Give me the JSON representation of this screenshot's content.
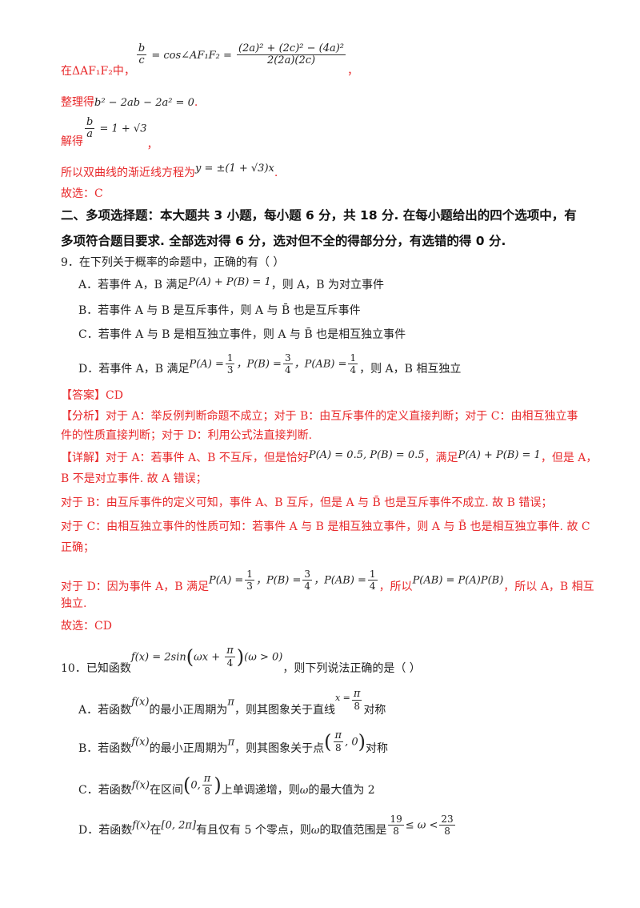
{
  "lines": {
    "l1_prefix": "在ΔAF₁F₂中，",
    "l1_frac_num": "b",
    "l1_frac_den": "c",
    "l1_mid": " = cos∠AF₁F₂ = ",
    "l1_frac2_num": "(2a)² + (2c)² − (4a)²",
    "l1_frac2_den": "2(2a)(2c)",
    "l1_suffix": "，",
    "l2_prefix": "整理得",
    "l2_math": "b² − 2ab − 2a² = 0",
    "l2_suffix": ".",
    "l3_prefix": "解得",
    "l3_frac_num": "b",
    "l3_frac_den": "a",
    "l3_math": " = 1 + √3",
    "l3_suffix": "，",
    "l4_prefix": "所以双曲线的渐近线方程为",
    "l4_math": "y = ±(1 + √3)x",
    "l4_suffix": ".",
    "l5": "故选：C"
  },
  "section": {
    "line1": "二、多项选择题：本大题共 3 小题，每小题 6 分，共 18 分. 在每小题给出的四个选项中，有",
    "line2": "多项符合题目要求. 全部选对得 6 分，选对但不全的得部分分，有选错的得 0 分."
  },
  "q9": {
    "stem": "9．在下列关于概率的命题中，正确的有（    ）",
    "A_pre": "A．若事件 A，B 满足",
    "A_math": "P(A) + P(B) = 1",
    "A_post": "，则 A，B 为对立事件",
    "B": "B．若事件 A 与 B 是互斥事件，则 A 与 B̄ 也是互斥事件",
    "C": "C．若事件 A 与 B 是相互独立事件，则 A 与 B̄ 也是相互独立事件",
    "D_pre": "D．若事件 A，B 满足",
    "D_f1n": "1",
    "D_f1d": "3",
    "D_f2n": "3",
    "D_f2d": "4",
    "D_f3n": "1",
    "D_f3d": "4",
    "D_pa": "P(A) =",
    "D_pb": "，P(B) =",
    "D_pab": "，P(AB) =",
    "D_post": "，则 A，B 相互独立",
    "answer": "【答案】CD",
    "analysis1": "【分析】对于 A：举反例判断命题不成立；对于 B：由互斥事件的定义直接判断；对于 C：由相互独立事",
    "analysis2": "件的性质直接判断；对于 D：利用公式法直接判断.",
    "detail1_pre": "【详解】对于 A：若事件 A、B 不互斥，但是恰好",
    "detail1_math": "P(A) = 0.5, P(B) = 0.5",
    "detail1_mid": "，满足",
    "detail1_math2": "P(A) + P(B) = 1",
    "detail1_post": "，但是 A，",
    "detail2": "B 不是对立事件. 故 A 错误；",
    "detail3": "对于 B：由互斥事件的定义可知，事件 A、B 互斥，但是 A 与 B̄ 也是互斥事件不成立. 故 B 错误；",
    "detail4": "对于 C：由相互独立事件的性质可知：若事件 A 与 B 是相互独立事件，则 A 与 B̄ 也是相互独立事件. 故 C",
    "detail5": "正确；",
    "detail6_pre": "对于 D：因为事件 A，B 满足",
    "detail6_post": "，所以",
    "detail6_math": "P(AB) = P(A)P(B)",
    "detail6_end": "，所以 A，B 相互",
    "detail7": "独立.",
    "choose": "故选：CD"
  },
  "q10": {
    "stem_pre": "10．已知函数",
    "stem_math1": "f(x) = 2sin",
    "stem_inner_pre": "ωx + ",
    "stem_inner_fn": "π",
    "stem_inner_fd": "4",
    "stem_math2": "(ω > 0)",
    "stem_post": "，则下列说法正确的是（    ）",
    "A_pre": "A．若函数",
    "fx": "f(x)",
    "A_mid": "的最小正周期为",
    "pi": "π",
    "A_mid2": "，则其图象关于直线",
    "A_x": "x =",
    "A_fn": "π",
    "A_fd": "8",
    "A_post": "对称",
    "B_pre": "B．若函数",
    "B_mid": "的最小正周期为",
    "B_mid2": "，则其图象关于点",
    "B_fn": "π",
    "B_fd": "8",
    "B_pt_end": ", 0",
    "B_post": "对称",
    "C_pre": "C．若函数",
    "C_mid": "在区间",
    "C_open": "0,",
    "C_fn": "π",
    "C_fd": "8",
    "C_post": "上单调递增，则",
    "omega": "ω",
    "C_end": "的最大值为 2",
    "D_pre": "D．若函数",
    "D_mid": "在",
    "D_interval": "[0, 2π]",
    "D_post": "有且仅有 5 个零点，则",
    "D_post2": "的取值范围是",
    "D_f1n": "19",
    "D_f1d": "8",
    "D_ineq": "≤ ω <",
    "D_f2n": "23",
    "D_f2d": "8"
  }
}
